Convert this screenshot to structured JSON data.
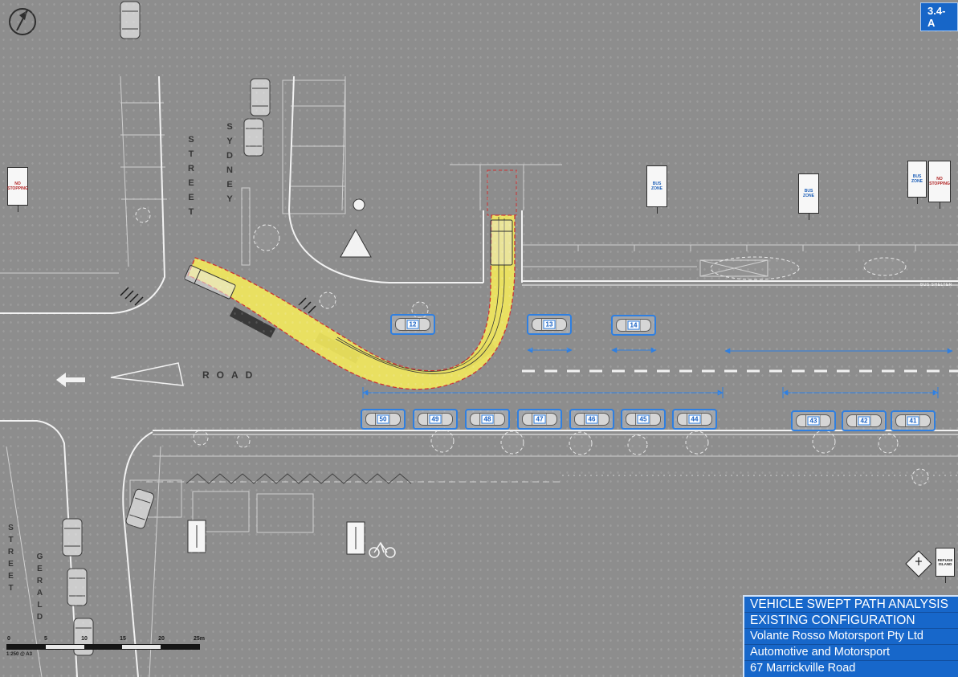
{
  "meta": {
    "badge": "3.4-A"
  },
  "title_block": {
    "line1": "VEHICLE SWEPT PATH ANALYSIS",
    "line2": "EXISTING CONFIGURATION",
    "line3": "Volante Rosso Motorsport Pty Ltd",
    "line4": "Automotive and Motorsport",
    "line5": "67 Marrickville Road"
  },
  "streets": {
    "sydney": "SYDNEY",
    "street": "STREET",
    "road": "ROAD",
    "gerald": "GERALD"
  },
  "signs": {
    "no_stopping": "NO STOPPING",
    "bus_zone": "BUS ZONE",
    "refuge_island": "REFUGE ISLAND",
    "bus_shelter": "BUS SHELTER"
  },
  "parking": {
    "north_bays": [
      "12",
      "13",
      "14"
    ],
    "south_bays": [
      "50",
      "49",
      "48",
      "47",
      "46",
      "45",
      "44"
    ],
    "east_bays": [
      "43",
      "42",
      "41"
    ]
  },
  "scale_bar": {
    "ticks": [
      "0",
      "5",
      "10",
      "15",
      "20",
      "25m"
    ],
    "note": "1:250 @ A3"
  },
  "colors": {
    "background_gray": "#8d8d8d",
    "swept_path_yellow": "#f1e75d",
    "swept_path_outline_red": "#cc3333",
    "accent_blue": "#2f7fe0",
    "title_block_blue": "#1767ca",
    "linework_white": "#f2f2f2"
  }
}
